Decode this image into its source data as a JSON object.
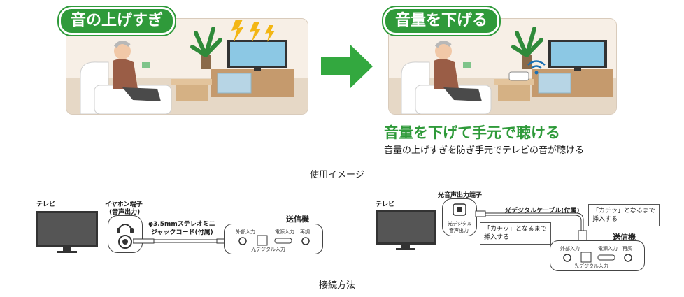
{
  "left_scene": {
    "badge": "音の上げすぎ"
  },
  "right_scene": {
    "badge": "音量を下げる"
  },
  "headline": "音量を下げて手元で聴ける",
  "subline": "音量の上げすぎを防ぎ手元でテレビの音が聴ける",
  "caption_usage": "使用イメージ",
  "caption_connection": "接続方法",
  "diagram_left": {
    "tv_label": "テレビ",
    "earphone_label_line1": "イヤホン端子",
    "earphone_label_line2": "(音声出力)",
    "cord_label_line1": "φ3.5mmステレオミニ",
    "cord_label_line2": "ジャックコード(付属)",
    "transmitter_label": "送信機",
    "port_labels": [
      "外部入力",
      "光デジタル入力",
      "電源入力",
      "再調"
    ]
  },
  "diagram_right": {
    "tv_label": "テレビ",
    "optical_port_label": "光音声出力端子",
    "optical_inner_line1": "光デジタル",
    "optical_inner_line2": "音声出力",
    "cable_label": "光デジタルケーブル(付属)",
    "callout_left_line1": "「カチッ」となるまで",
    "callout_left_line2": "挿入する",
    "callout_right_line1": "「カチッ」となるまで",
    "callout_right_line2": "挿入する",
    "transmitter_label": "送信機",
    "port_labels": [
      "外部入力",
      "光デジタル入力",
      "電源入力",
      "再調"
    ]
  },
  "colors": {
    "accent_green": "#2f9a3a",
    "arrow_green": "#33a83f",
    "bolt_yellow": "#f3b614"
  },
  "icons": [
    "lightning-icon",
    "arrow-right-icon",
    "wifi-signal-icon",
    "headphone-icon"
  ]
}
